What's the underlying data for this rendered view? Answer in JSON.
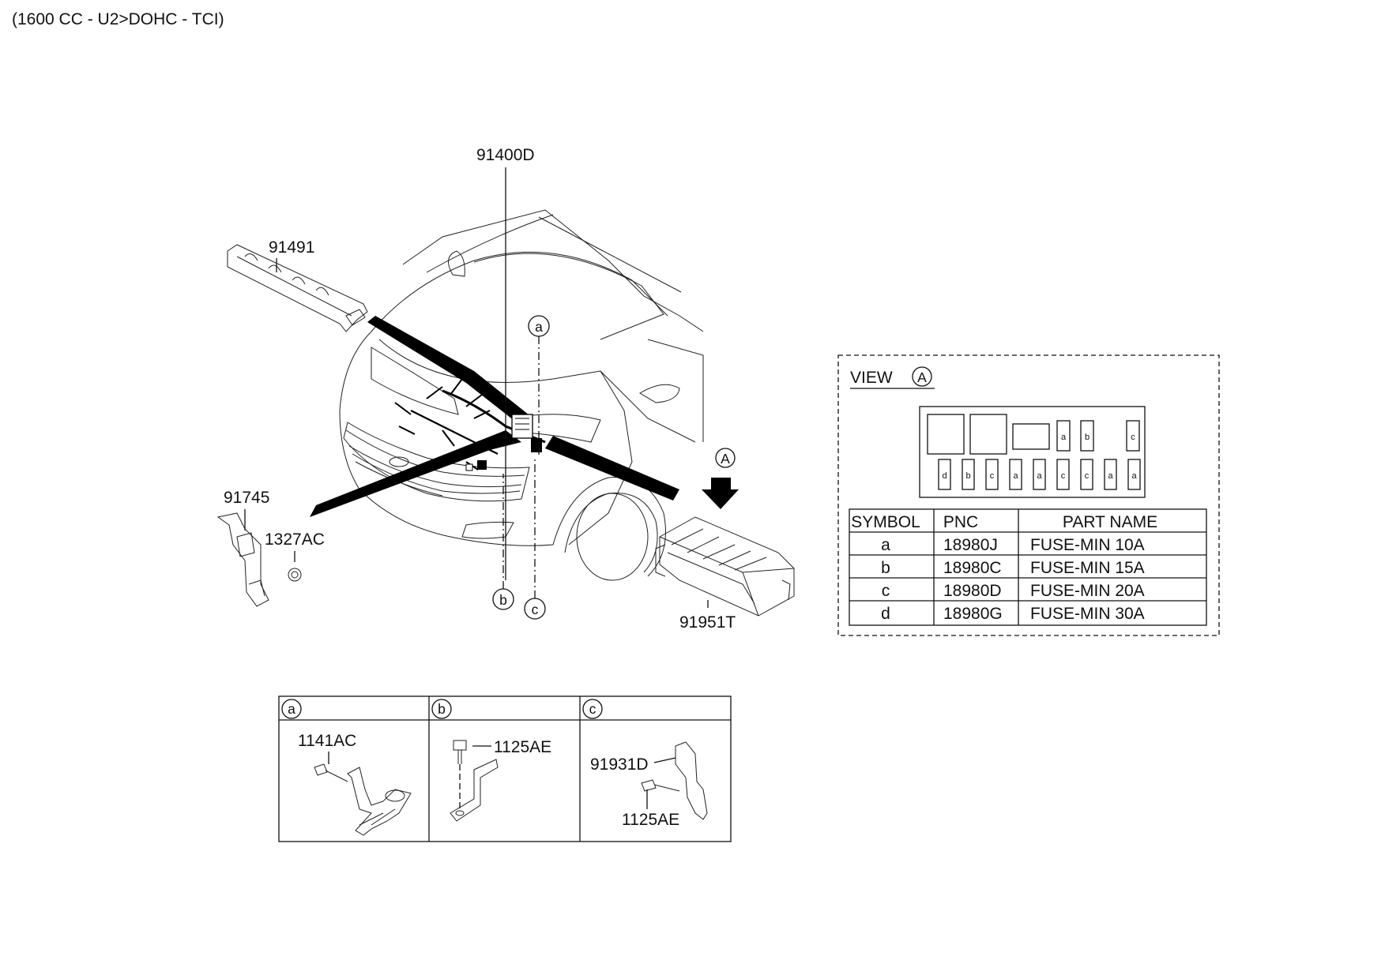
{
  "header": {
    "title": "(1600 CC - U2>DOHC - TCI)"
  },
  "callouts": {
    "main_harness": "91400D",
    "protector": "91491",
    "bracket": "91745",
    "bracket_nut": "1327AC",
    "junction_box": "91951T",
    "view_marker": "A"
  },
  "circle_refs": {
    "a": "a",
    "b": "b",
    "c": "c"
  },
  "detail_panels": [
    {
      "key": "a",
      "labels": [
        "1141AC"
      ]
    },
    {
      "key": "b",
      "labels": [
        "1125AE"
      ]
    },
    {
      "key": "c",
      "labels": [
        "91931D",
        "1125AE"
      ]
    }
  ],
  "view": {
    "title": "VIEW",
    "marker": "A",
    "fuse_top_row": [
      "a",
      "b",
      "c"
    ],
    "fuse_bottom_row": [
      "d",
      "b",
      "c",
      "a",
      "a",
      "c",
      "c",
      "a",
      "a"
    ]
  },
  "fuse_table": {
    "headers": [
      "SYMBOL",
      "PNC",
      "PART NAME"
    ],
    "rows": [
      [
        "a",
        "18980J",
        "FUSE-MIN 10A"
      ],
      [
        "b",
        "18980C",
        "FUSE-MIN 15A"
      ],
      [
        "c",
        "18980D",
        "FUSE-MIN 20A"
      ],
      [
        "d",
        "18980G",
        "FUSE-MIN 30A"
      ]
    ]
  }
}
